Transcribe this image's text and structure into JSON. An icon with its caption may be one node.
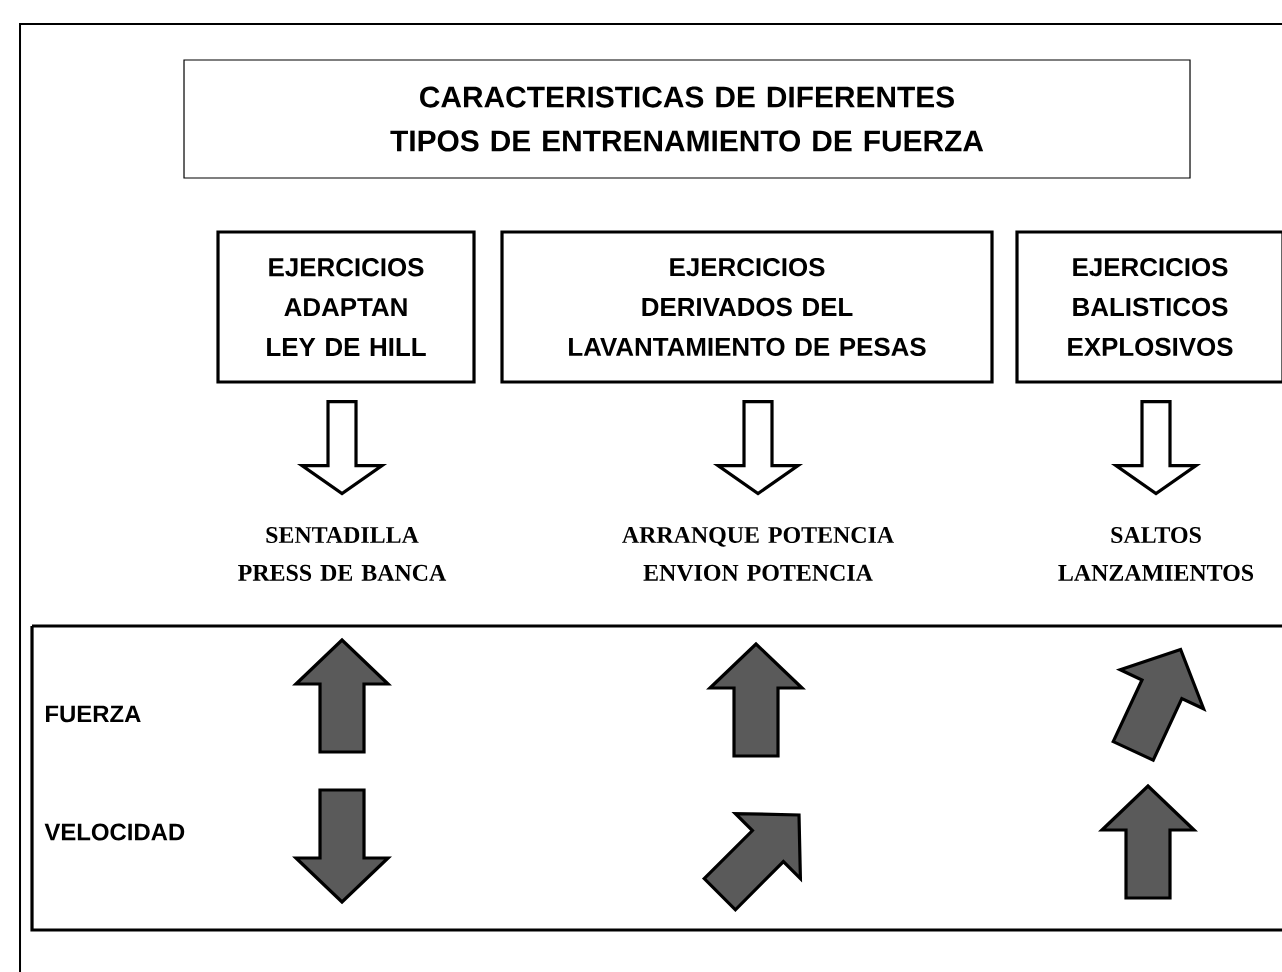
{
  "diagram": {
    "title": "CARACTERISTICAS DE DIFERENTES TIPOS DE ENTRENAMIENTO DE FUERZA",
    "nodes": [
      {
        "text": [
          "EJERCICIOS ADAPTAN LEY DE HILL"
        ]
      },
      {
        "text": [
          "EJERCICIOS DERIVADOS DEL LAVANTAMIENTO DE PESAS"
        ]
      },
      {
        "text": [
          "EJERCICIOS BALISTICOS EXPLOSIVOS"
        ]
      },
      {
        "text": [
          "SENTADILLA PRESS DE BANCA"
        ]
      },
      {
        "text": [
          "ARRANQUE POTENCIA ENVION POTENCIA"
        ]
      },
      {
        "text": [
          "SALTOS LANZAMIENTOS"
        ]
      }
    ],
    "edges": [
      {
        "from": 0,
        "to": 3,
        "arrow": "to"
      },
      {
        "from": 1,
        "to": 4,
        "arrow": "to"
      },
      {
        "from": 2,
        "to": 5,
        "arrow": "to"
      }
    ],
    "labels": [
      "FUERZA",
      "VELOCIDAD"
    ]
  }
}
